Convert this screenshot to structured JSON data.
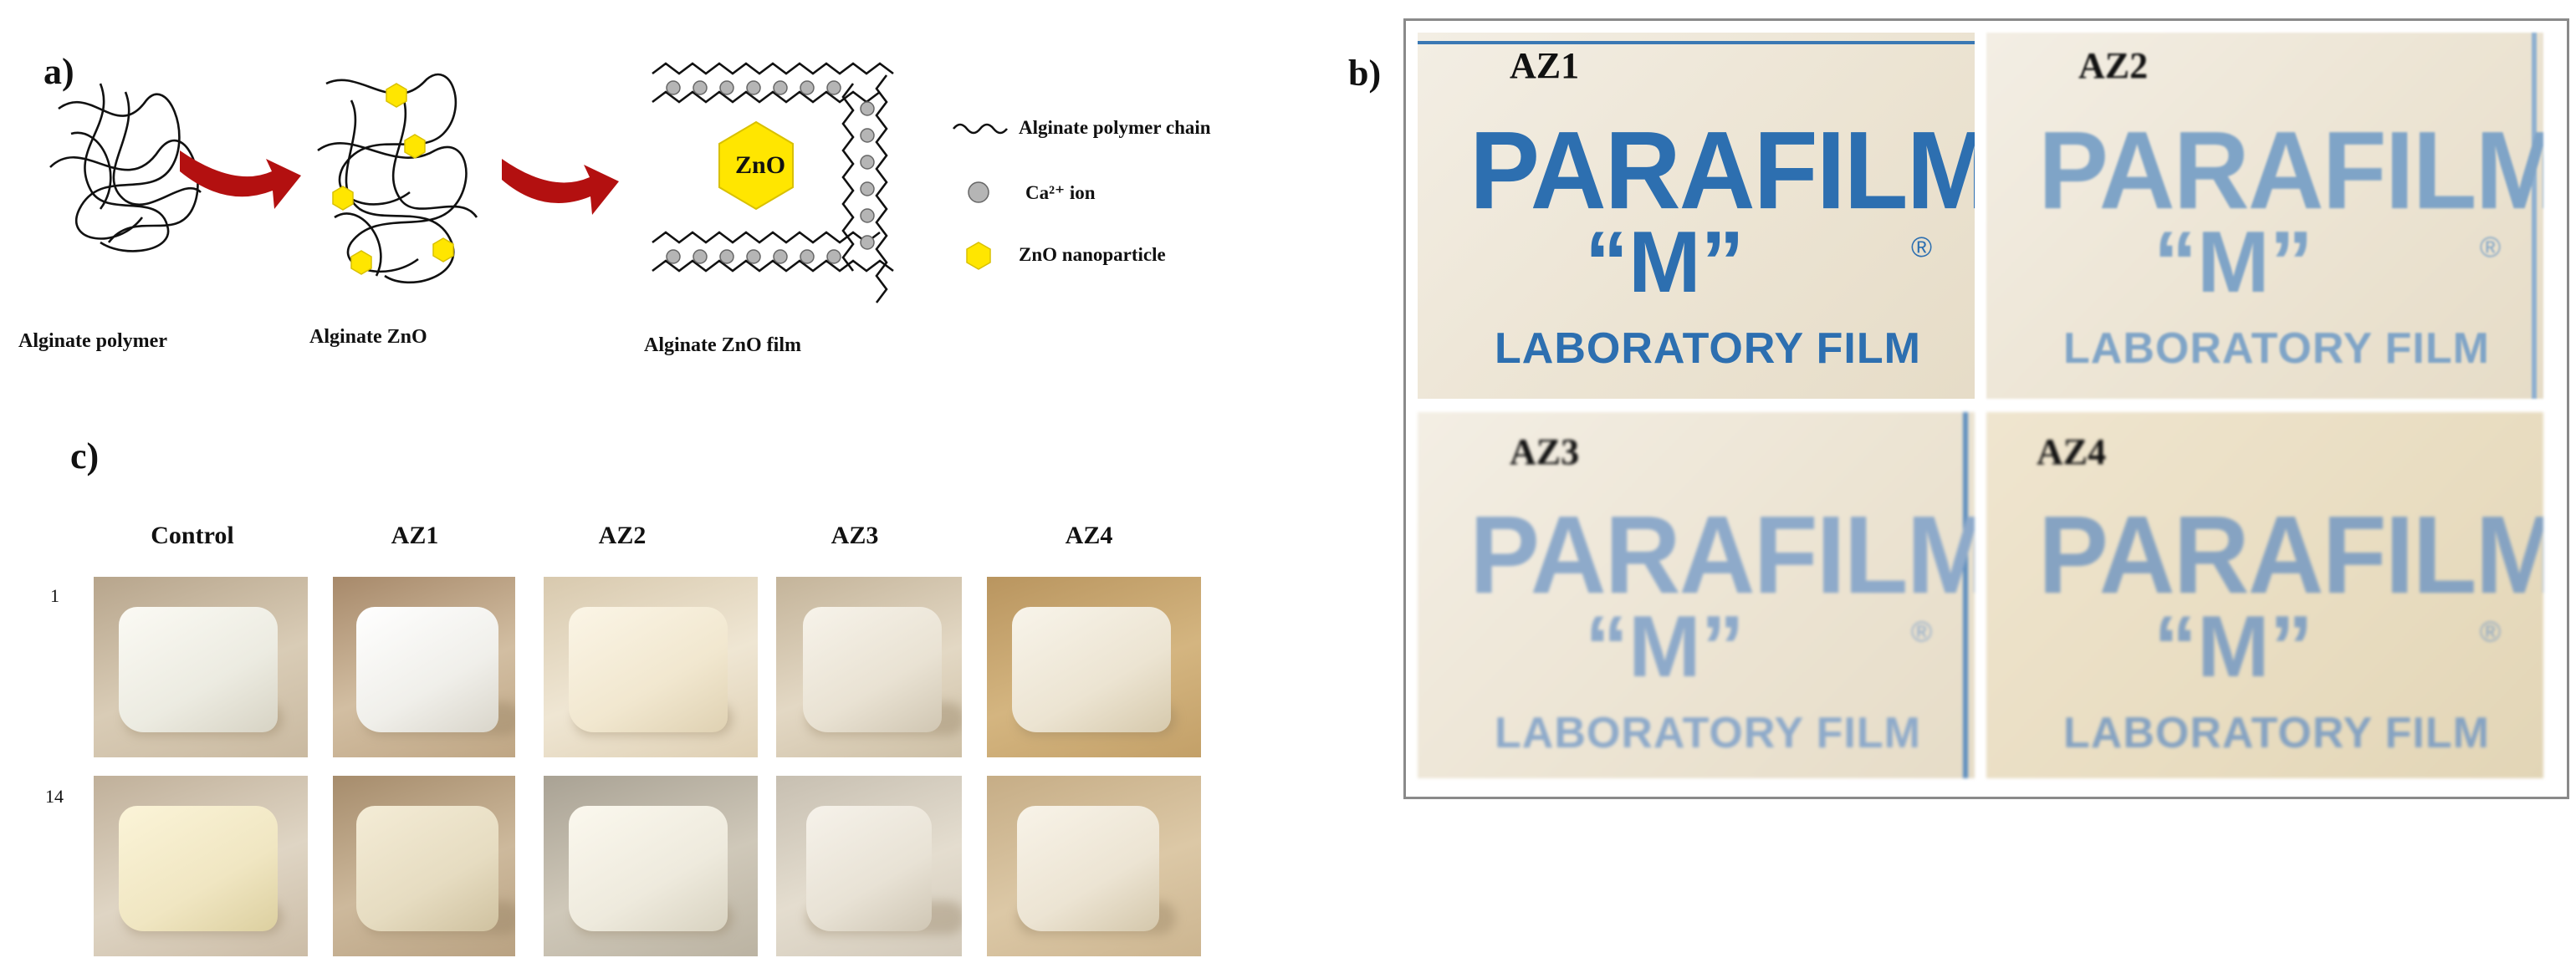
{
  "panel_a": {
    "label": "a)",
    "captions": [
      "Alginate polymer",
      "Alginate ZnO",
      "Alginate ZnO film"
    ],
    "zno_hexagon_text": "ZnO",
    "legend": [
      {
        "icon": "wavy-line-icon",
        "text": "Alginate polymer chain"
      },
      {
        "icon": "gray-circle-icon",
        "text": "Ca²⁺ ion"
      },
      {
        "icon": "yellow-hexagon-icon",
        "text": "ZnO nanoparticle"
      }
    ],
    "colors": {
      "arrow": "#b31010",
      "zno": "#ffe600",
      "ca_ion": "#b5b5b5"
    }
  },
  "panel_b": {
    "label": "b)",
    "films": [
      {
        "sample": "AZ1",
        "brand": "PARAFILM",
        "mark": "“M”",
        "reg": "®",
        "product": "LABORATORY FILM",
        "ink_color": "#2d6fb0"
      },
      {
        "sample": "AZ2",
        "brand": "PARAFILM",
        "mark": "“M”",
        "reg": "®",
        "product": "LABORATORY FILM",
        "ink_color": "#7fa4c7"
      },
      {
        "sample": "AZ3",
        "brand": "PARAFILM",
        "mark": "“M”",
        "reg": "®",
        "product": "LABORATORY FILM",
        "ink_color": "#8eaaca"
      },
      {
        "sample": "AZ4",
        "brand": "PARAFILM",
        "mark": "“M”",
        "reg": "®",
        "product": "LABORATORY FILM",
        "ink_color": "#86a3c2"
      }
    ]
  },
  "panel_c": {
    "label": "c)",
    "columns": [
      "Control",
      "AZ1",
      "AZ2",
      "AZ3",
      "AZ4"
    ],
    "rows": [
      "1",
      "14"
    ]
  }
}
